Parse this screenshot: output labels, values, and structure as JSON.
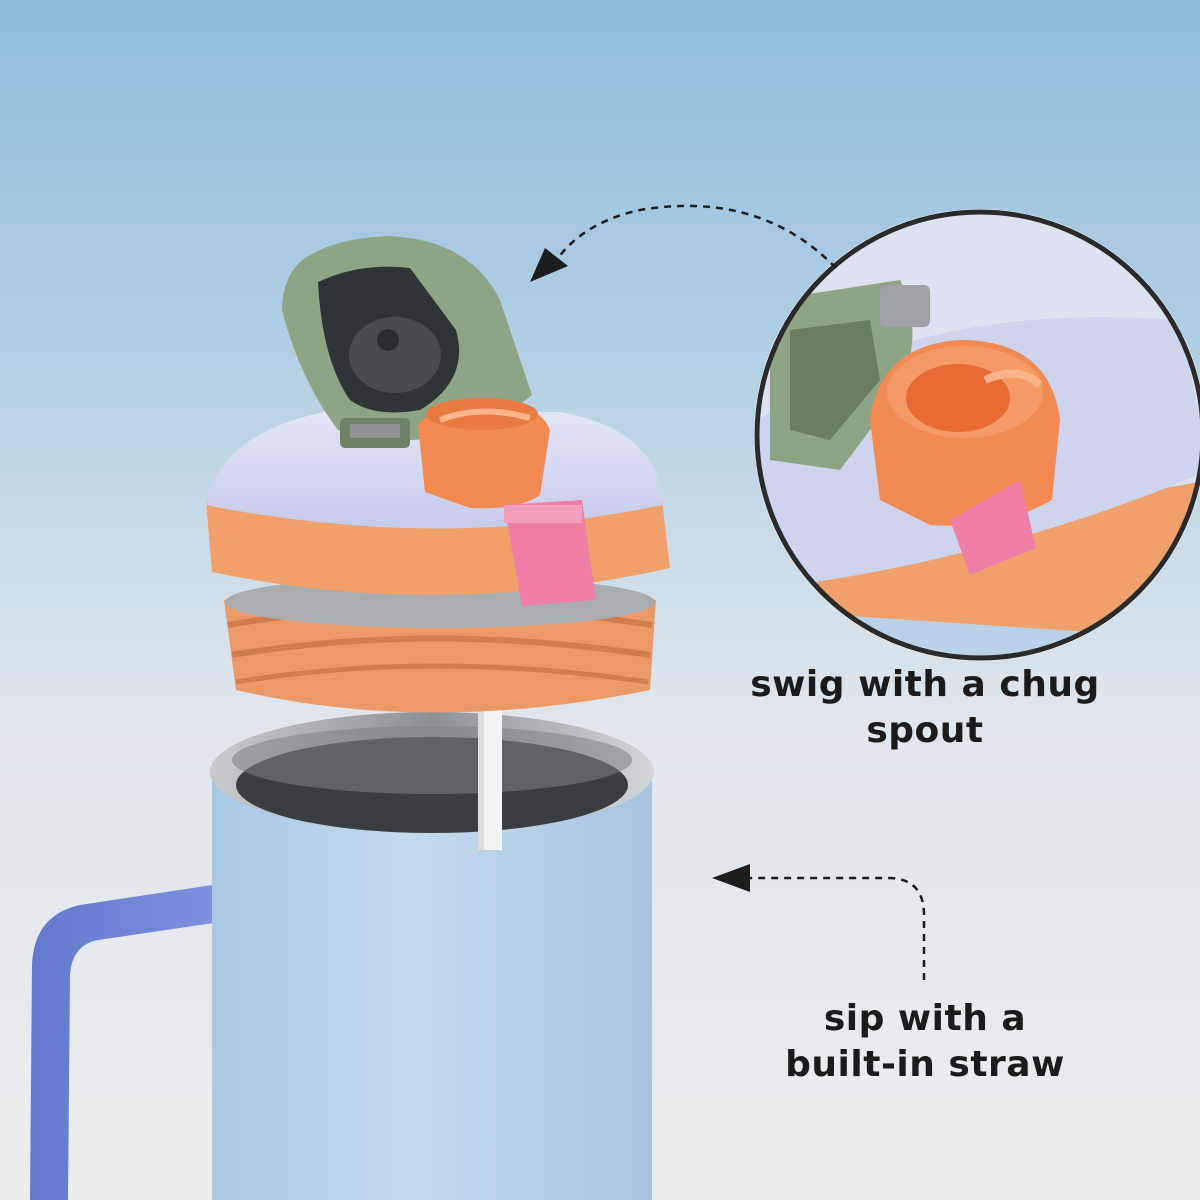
{
  "captions": {
    "spout": {
      "line1": "swig with a chug",
      "line2": "spout"
    },
    "straw": {
      "line1": "sip with a",
      "line2": "built-in straw"
    }
  },
  "colors": {
    "lid_cap": "#8fa485",
    "lid_top": "#d6daf2",
    "lid_band": "#f0a06a",
    "spout": "#f28a52",
    "latch": "#f07fa8",
    "tumbler_body": "#b8d4ea",
    "handle": "#6f86d6",
    "straw": "#f4f4f4",
    "steel": "#9aa0a4"
  },
  "icons": {
    "arrow_spout": "dashed-curved-arrow",
    "arrow_straw": "dashed-curved-arrow"
  }
}
